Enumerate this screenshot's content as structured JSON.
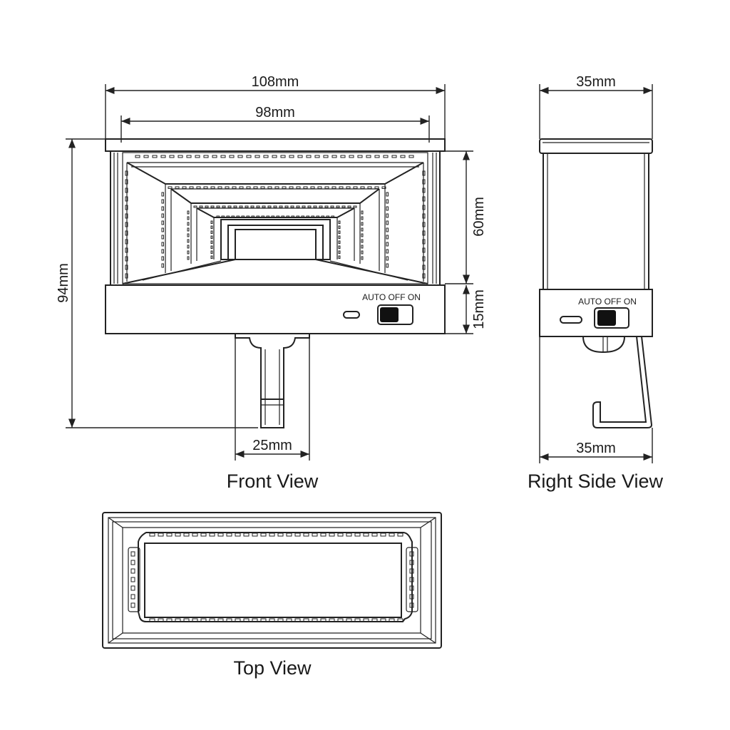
{
  "dimensions": {
    "front_width": "108mm",
    "front_inner_width": "98mm",
    "front_height": "94mm",
    "upper_height": "60mm",
    "base_height": "15mm",
    "hook_width": "25mm",
    "side_top_depth": "35mm",
    "side_bottom_depth": "35mm"
  },
  "switch": {
    "front_label": "AUTO OFF ON",
    "side_label": "AUTO OFF ON"
  },
  "views": {
    "front": "Front View",
    "side": "Right Side View",
    "top": "Top View"
  }
}
